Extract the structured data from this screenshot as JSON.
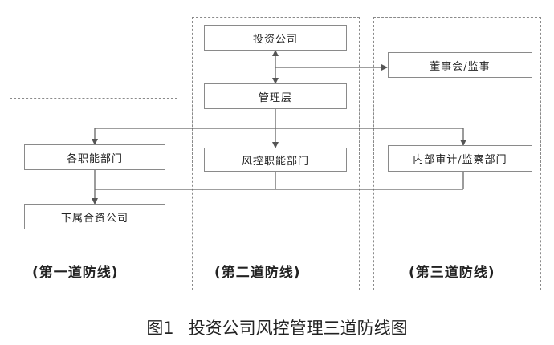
{
  "nodes": {
    "investment_company": "投资公司",
    "management": "管理层",
    "board": "董事会/监事",
    "functional_depts": "各职能部门",
    "risk_control": "风控职能部门",
    "internal_audit": "内部审计/监察部门",
    "subsidiaries": "下属合资公司"
  },
  "zones": {
    "first": "(第一道防线)",
    "second": "(第二道防线)",
    "third": "(第三道防线)"
  },
  "caption": {
    "number": "图1",
    "title": "投资公司风控管理三道防线图"
  }
}
